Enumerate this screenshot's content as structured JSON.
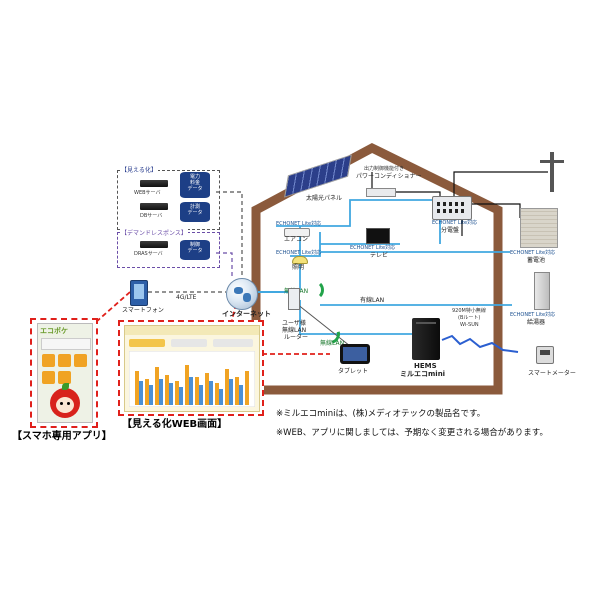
{
  "cloud": {
    "visualize_group": "【見える化】",
    "web_server": "WEBサーバ",
    "db_server": "DBサーバ",
    "db1": [
      "電力",
      "料金",
      "データ"
    ],
    "db2": [
      "計測",
      "データ"
    ],
    "dr_group": "【デマンドレスポンス】",
    "dras_server": "DRASサーバ",
    "db3": [
      "制御",
      "データ"
    ]
  },
  "devices": {
    "smartphone": "スマートフォン",
    "lte": "4G/LTE",
    "internet": "インターネット",
    "tablet": "タブレット",
    "router": [
      "ユーザ様",
      "無線LAN",
      "ルーター"
    ],
    "wireless_lan_1": "無線LAN",
    "wireless_lan_2": "無線LAN",
    "wired_lan": "有線LAN",
    "hems_line1": "HEMS",
    "hems_line2": "ミルエコmini",
    "wisun": [
      "920M特小無線",
      "(Bルート)",
      "Wi-SUN"
    ],
    "smart_meter": "スマートメーター"
  },
  "house": {
    "solar_panel": "太陽光パネル",
    "power_conditioner": [
      "出力制御機能付き",
      "パワーコンディショナー"
    ],
    "aircon": "エアコン",
    "lighting": "照明",
    "tv": "テレビ",
    "echonet_tag": "ECHONET Lite対応",
    "distribution_board": "分電盤",
    "storage_battery": "蓄電池",
    "water_heater": "給湯器"
  },
  "app": {
    "logo_text": "エコポケ",
    "app_label": "【スマホ専用アプリ】",
    "web_label": "【見える化WEB画面】"
  },
  "notes": [
    "※ミルエコminiは、(株)メディオテックの製品名です。",
    "※WEB、アプリに関しましては、予期なく変更される場合があります。"
  ],
  "colors": {
    "house_frame": "#8b5a3c",
    "house_fill": "#ffffff",
    "blue_line": "#41a8e0",
    "black_line": "#111111",
    "red_box": "#e0201b",
    "dashed_gray": "#555555",
    "group_border": "#6b4ea8",
    "db_blue": "#1d3f86"
  }
}
